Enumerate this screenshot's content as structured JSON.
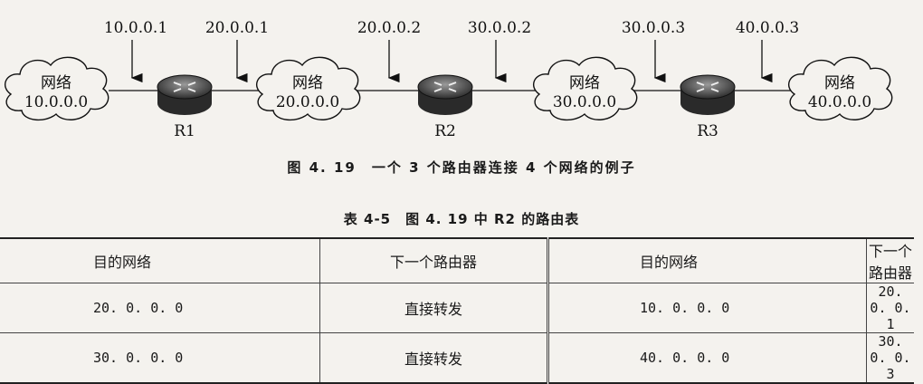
{
  "diagram": {
    "interfaces": [
      "10.0.0.1",
      "20.0.0.1",
      "20.0.0.2",
      "30.0.0.2",
      "30.0.0.3",
      "40.0.0.3"
    ],
    "networks": [
      {
        "label": "网络",
        "address": "10.0.0.0"
      },
      {
        "label": "网络",
        "address": "20.0.0.0"
      },
      {
        "label": "网络",
        "address": "30.0.0.0"
      },
      {
        "label": "网络",
        "address": "40.0.0.0"
      }
    ],
    "routers": [
      "R1",
      "R2",
      "R3"
    ]
  },
  "figure_caption": "图 4. 19　一个 3 个路由器连接 4 个网络的例子",
  "table_caption": "表 4-5　图 4. 19 中 R2 的路由表",
  "table": {
    "headers": [
      "目的网络",
      "下一个路由器",
      "目的网络",
      "下一个路由器"
    ],
    "rows": [
      [
        "20. 0. 0. 0",
        "直接转发",
        "10. 0. 0. 0",
        "20. 0. 0. 1"
      ],
      [
        "30. 0. 0. 0",
        "直接转发",
        "40. 0. 0. 0",
        "30. 0. 0. 3"
      ]
    ]
  }
}
